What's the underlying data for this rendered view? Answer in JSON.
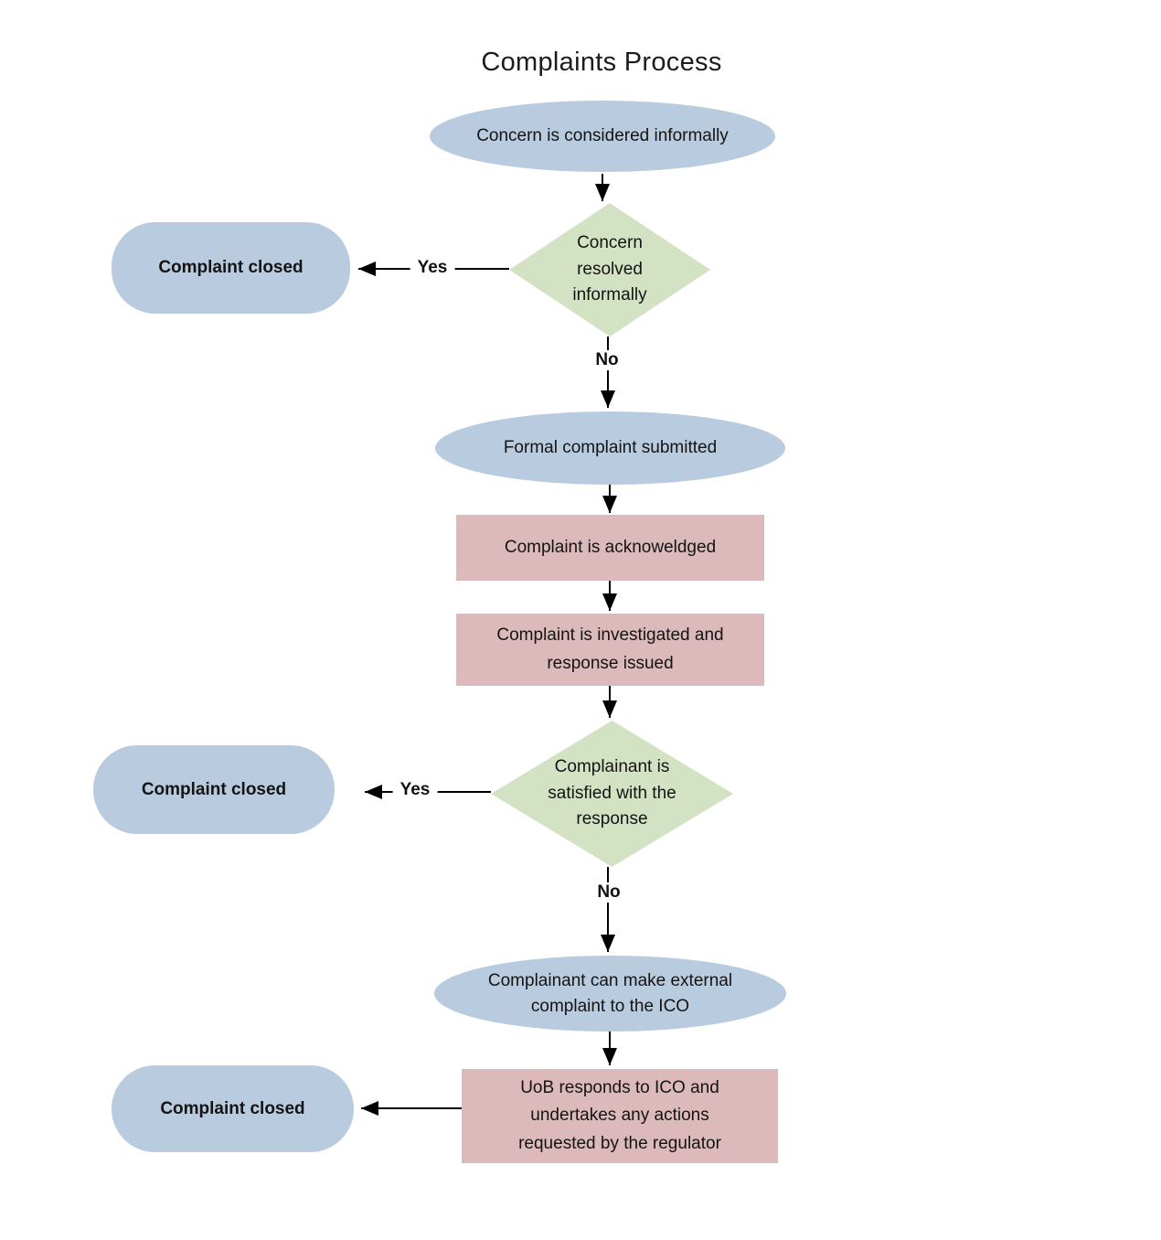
{
  "title": "Complaints Process",
  "colors": {
    "terminator_fill": "#b9cbdf",
    "decision_fill": "#d3e2c2",
    "process_fill": "#dcb9ba",
    "line": "#000000",
    "text": "#141414",
    "background": "#ffffff"
  },
  "flowchart": {
    "nodes": {
      "start": {
        "type": "terminator",
        "label": "Concern is considered informally"
      },
      "decision_informal": {
        "type": "decision",
        "label": "Concern resolved informally"
      },
      "closed_1": {
        "type": "terminator",
        "label": "Complaint closed"
      },
      "formal_submitted": {
        "type": "terminator",
        "label": "Formal complaint submitted"
      },
      "acknowledged": {
        "type": "process",
        "label": "Complaint is acknoweldged"
      },
      "investigated": {
        "type": "process",
        "label": "Complaint is investigated and response issued"
      },
      "decision_satisfied": {
        "type": "decision",
        "label": "Complainant is satisfied with the response"
      },
      "closed_2": {
        "type": "terminator",
        "label": "Complaint closed"
      },
      "external_ico": {
        "type": "terminator",
        "label": "Complainant can make external complaint to the ICO"
      },
      "uob_responds": {
        "type": "process",
        "label": "UoB responds to ICO and undertakes any actions requested by the regulator"
      },
      "closed_3": {
        "type": "terminator",
        "label": "Complaint closed"
      }
    },
    "edge_labels": {
      "yes_1": "Yes",
      "no_1": "No",
      "yes_2": "Yes",
      "no_2": "No"
    }
  }
}
